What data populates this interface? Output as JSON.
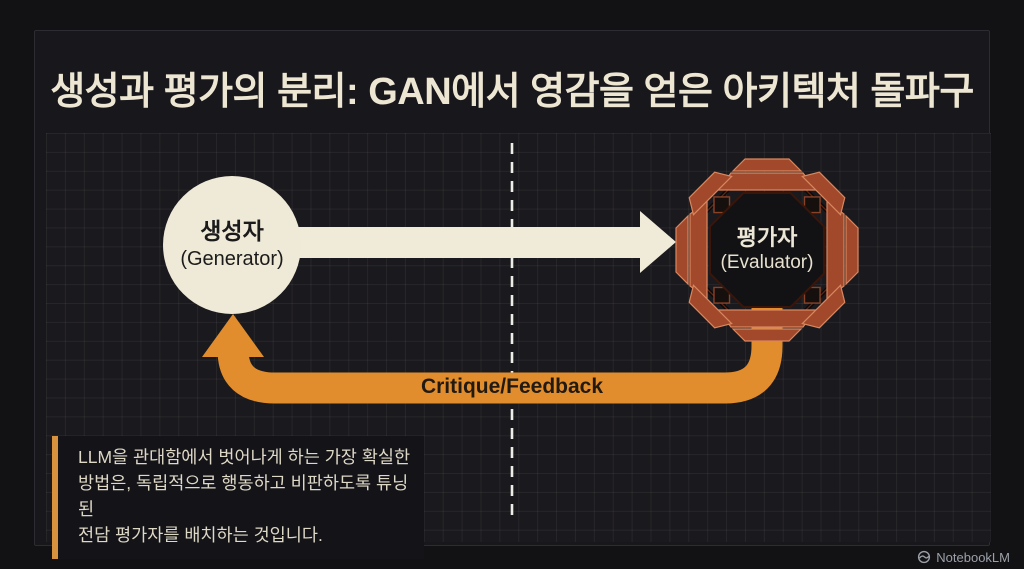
{
  "title": "생성과 평가의 분리: GAN에서 영감을 얻은 아키텍처 돌파구",
  "diagram": {
    "generator": {
      "label_ko": "생성자",
      "label_en": "(Generator)"
    },
    "evaluator": {
      "label_ko": "평가자",
      "label_en": "(Evaluator)"
    },
    "feedback_label": "Critique/Feedback"
  },
  "quote": {
    "lines": [
      "LLM을 관대함에서 벗어나게 하는 가장 확실한",
      "방법은, 독립적으로 행동하고 비판하도록 튜닝된",
      "전담 평가자를 배치하는 것입니다."
    ]
  },
  "footer": {
    "brand": "NotebookLM"
  },
  "colors": {
    "background": "#121215",
    "panel_border": "#2c2c32",
    "cream": "#f0ead8",
    "orange": "#e18d2e",
    "rust": "#a1492a",
    "title_text": "#ece6d2"
  }
}
